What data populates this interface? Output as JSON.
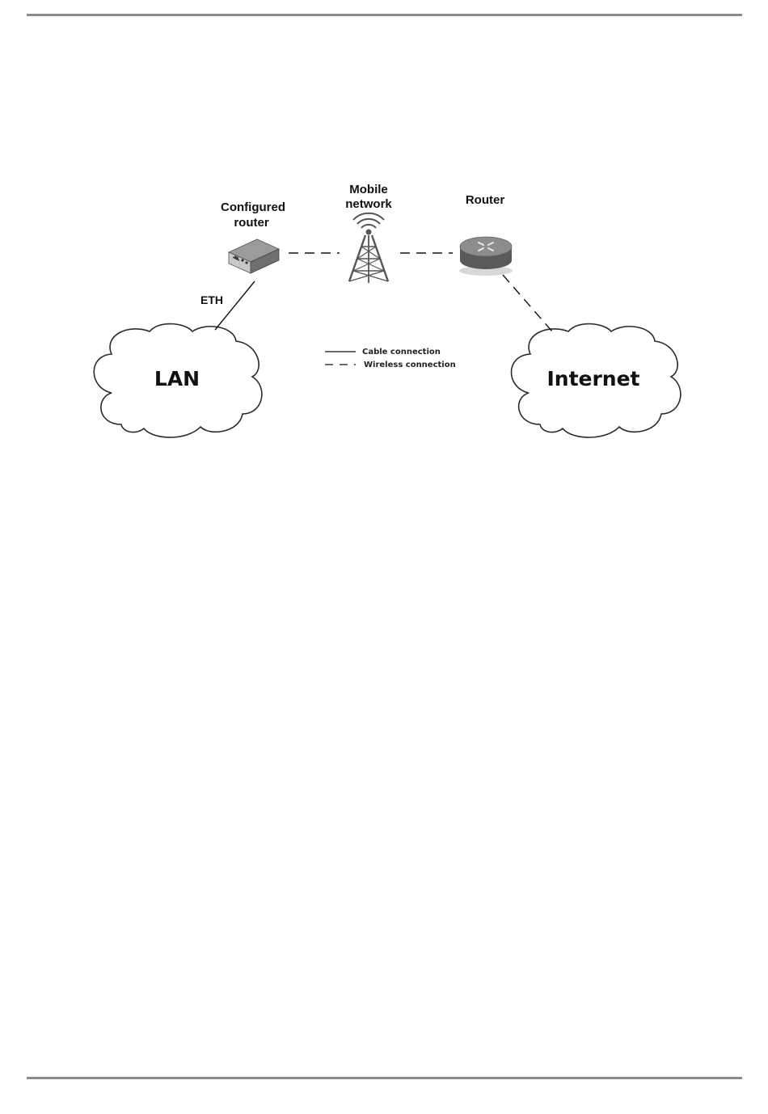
{
  "diagram": {
    "nodes": {
      "configured_router": {
        "line1": "Configured",
        "line2": "router"
      },
      "mobile_network": {
        "line1": "Mobile",
        "line2": "network"
      },
      "router": {
        "label": "Router"
      },
      "lan": {
        "label": "LAN"
      },
      "internet": {
        "label": "Internet"
      }
    },
    "edges": {
      "eth": {
        "label": "ETH",
        "type": "cable"
      }
    },
    "legend": {
      "cable": "Cable connection",
      "wireless": "Wireless connection"
    }
  }
}
